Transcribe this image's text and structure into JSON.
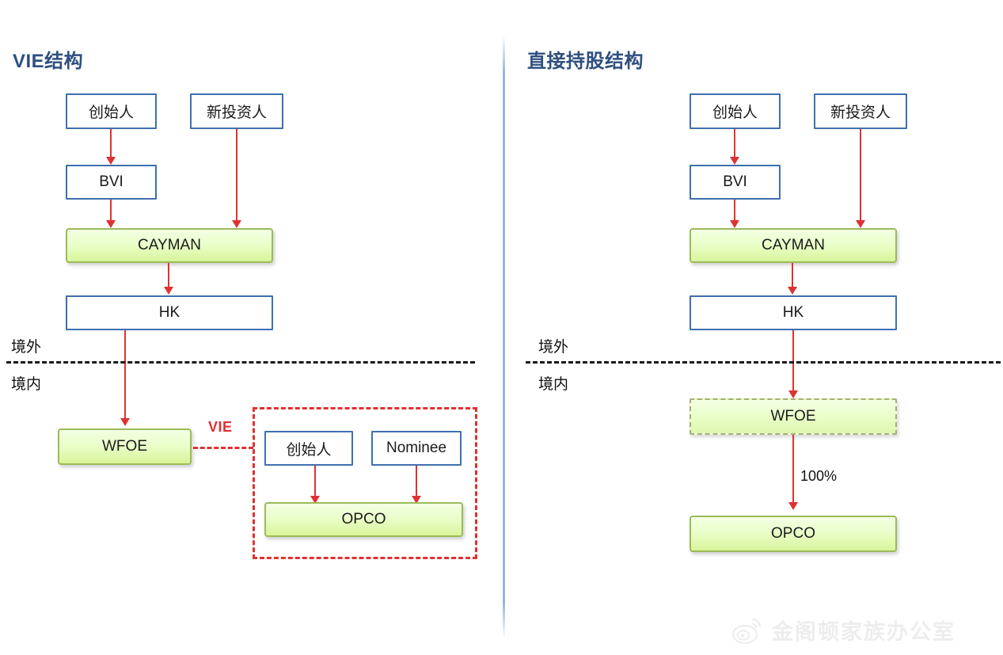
{
  "left_panel": {
    "title": "VIE结构",
    "nodes": {
      "founder": "创始人",
      "new_investor": "新投资人",
      "bvi": "BVI",
      "cayman": "CAYMAN",
      "hk": "HK",
      "wfoe": "WFOE",
      "vie_founder": "创始人",
      "vie_nominee": "Nominee",
      "vie_opco": "OPCO"
    },
    "boundary": {
      "offshore_label": "境外",
      "onshore_label": "境内"
    },
    "vie_link_label": "VIE"
  },
  "right_panel": {
    "title": "直接持股结构",
    "nodes": {
      "founder": "创始人",
      "new_investor": "新投资人",
      "bvi": "BVI",
      "cayman": "CAYMAN",
      "hk": "HK",
      "wfoe": "WFOE",
      "opco": "OPCO"
    },
    "boundary": {
      "offshore_label": "境外",
      "onshore_label": "境内"
    },
    "ownership_label": "100%"
  },
  "watermark": {
    "text": "金阁顿家族办公室",
    "icon": "weibo-logo-icon"
  },
  "colors": {
    "title_blue": "#2f4f7f",
    "box_blue_border": "#3f6fb0",
    "box_green_border": "#9bbb59",
    "arrow_red": "#e03131",
    "boundary_black": "#1a1a1a",
    "divider_blue": "#96b7d8"
  }
}
